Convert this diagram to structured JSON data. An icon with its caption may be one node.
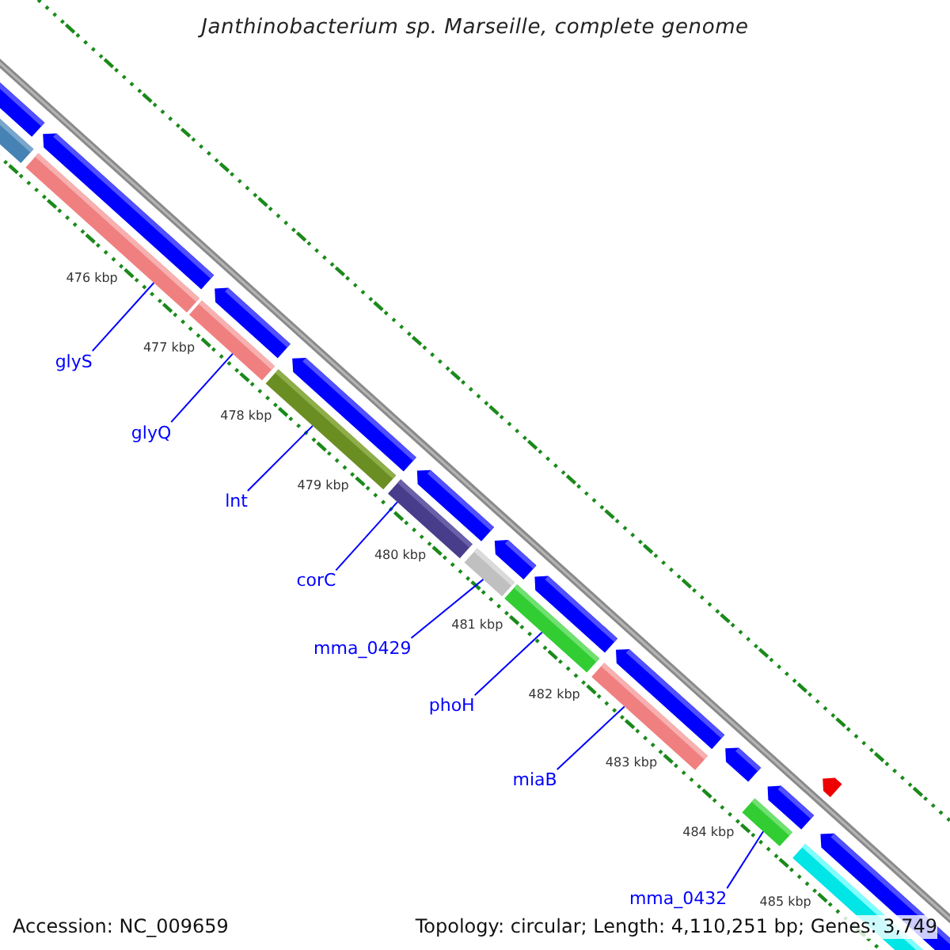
{
  "diagram": {
    "title": "Janthinobacterium sp. Marseille, complete genome",
    "nodes": [
      {
        "text": [
          "glyS"
        ]
      },
      {
        "text": [
          "glyQ"
        ]
      },
      {
        "text": [
          "lnt"
        ]
      },
      {
        "text": [
          "corC"
        ]
      },
      {
        "text": [
          "mma_0429"
        ]
      },
      {
        "text": [
          "phoH"
        ]
      },
      {
        "text": [
          "miaB"
        ]
      },
      {
        "text": [
          "mma_0432"
        ]
      },
      {
        "text": [],
        "shape": "bar"
      },
      {
        "text": [],
        "shape": "bar"
      },
      {
        "text": [],
        "shape": "bar"
      },
      {
        "text": [],
        "shape": "bar"
      },
      {
        "text": [],
        "shape": "bar"
      },
      {
        "text": [],
        "shape": "bar"
      },
      {
        "text": [],
        "shape": "bar"
      },
      {
        "text": [],
        "shape": "bar"
      }
    ],
    "edges": [
      {
        "from": 0,
        "to": 8,
        "arrow": "none"
      },
      {
        "from": 1,
        "to": 9,
        "arrow": "none"
      },
      {
        "from": 2,
        "to": 10,
        "arrow": "none"
      },
      {
        "from": 3,
        "to": 11,
        "arrow": "none"
      },
      {
        "from": 4,
        "to": 12,
        "arrow": "none"
      },
      {
        "from": 5,
        "to": 13,
        "arrow": "none"
      },
      {
        "from": 6,
        "to": 14,
        "arrow": "none"
      },
      {
        "from": 7,
        "to": 15,
        "arrow": "none"
      }
    ],
    "labels": [
      "476 kbp",
      "477 kbp",
      "478 kbp",
      "479 kbp",
      "480 kbp",
      "481 kbp",
      "482 kbp",
      "483 kbp",
      "484 kbp",
      "485 kbp",
      "Accession: NC_009659",
      "Topology: circular; Length: 4,110,251 bp; Genes: 3,749"
    ]
  }
}
